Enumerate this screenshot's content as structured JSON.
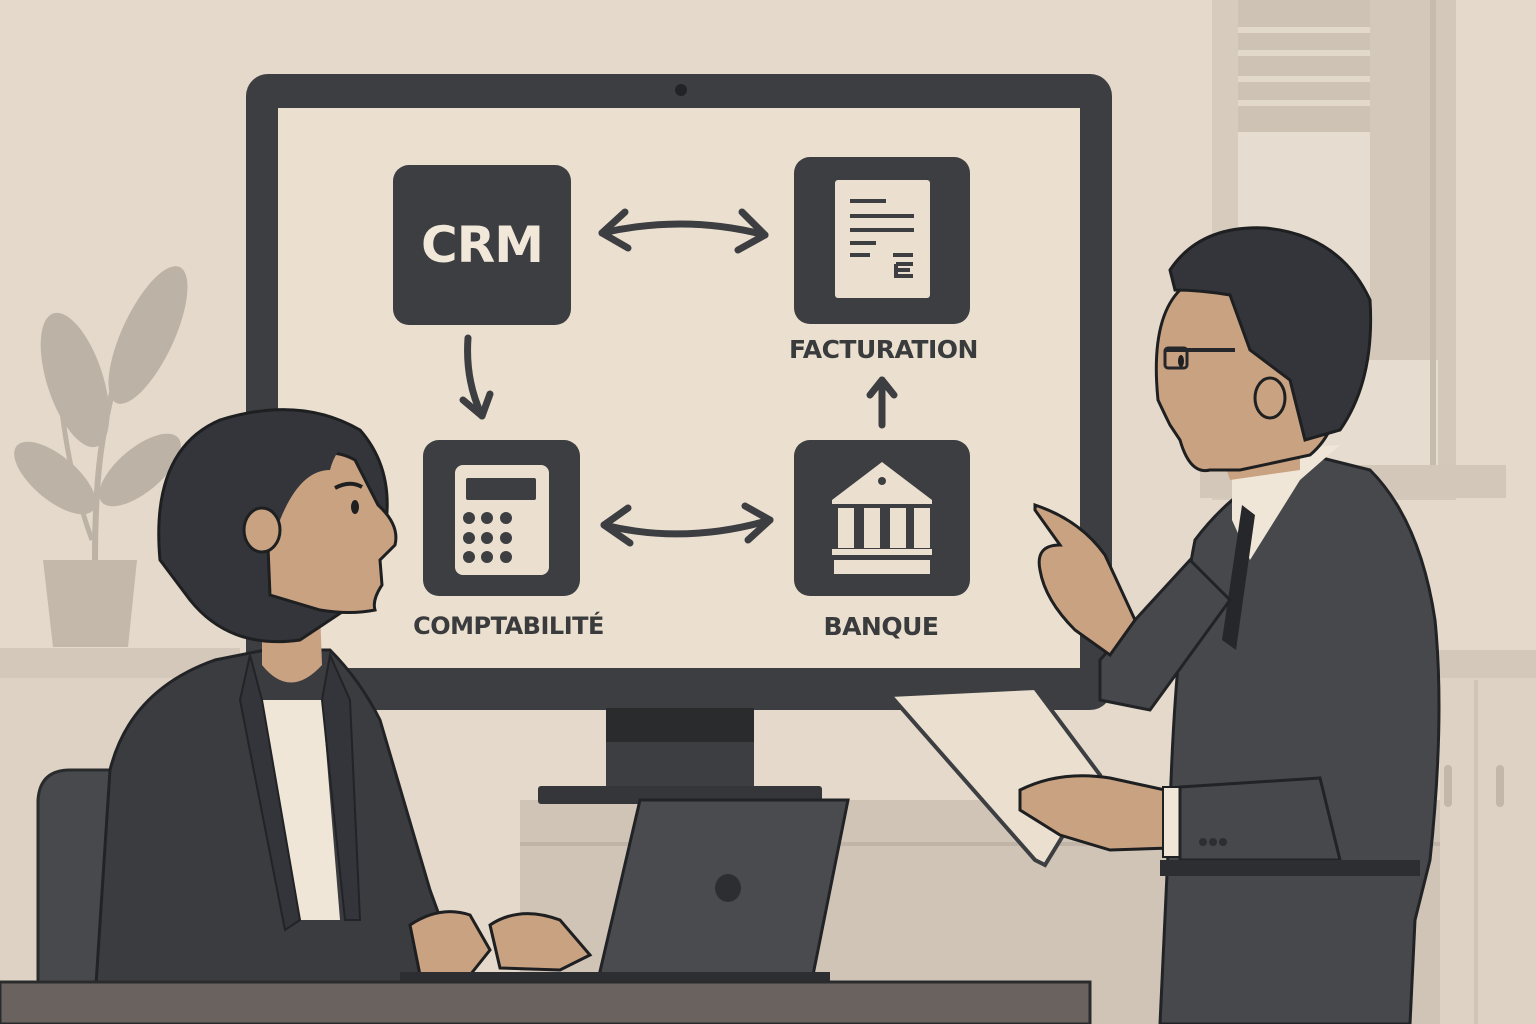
{
  "scene": {
    "description": "Two professionals discussing a system integration diagram displayed on a large monitor",
    "colors": {
      "wall": "#e4d9ca",
      "screen": "#ebe0d0",
      "dark": "#3c3e41",
      "skin": "#c9a282",
      "shirt": "#f0e6d8",
      "desk": "#6a625e",
      "plant": "#bdb2a6"
    }
  },
  "diagram": {
    "nodes": [
      {
        "id": "crm",
        "label": "CRM",
        "icon": "crm-text-icon"
      },
      {
        "id": "facturation",
        "label": "FACTURATION",
        "icon": "invoice-document-icon"
      },
      {
        "id": "comptabilite",
        "label": "COMPTABILITÉ",
        "icon": "calculator-icon"
      },
      {
        "id": "banque",
        "label": "BANQUE",
        "icon": "bank-building-icon"
      }
    ],
    "edges": [
      {
        "from": "crm",
        "to": "facturation",
        "type": "bidirectional"
      },
      {
        "from": "crm",
        "to": "comptabilite",
        "type": "directed"
      },
      {
        "from": "comptabilite",
        "to": "banque",
        "type": "bidirectional"
      },
      {
        "from": "banque",
        "to": "facturation",
        "type": "directed"
      }
    ]
  }
}
